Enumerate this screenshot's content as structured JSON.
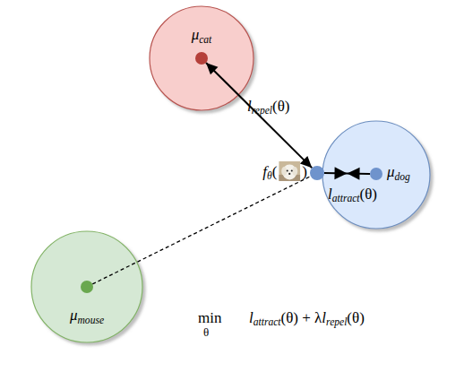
{
  "diagram": {
    "nodes": [
      {
        "text": [
          "μcat"
        ]
      },
      {
        "text": [
          "fθ()"
        ]
      },
      {
        "text": [
          "μdog"
        ]
      },
      {
        "text": [
          "μmouse"
        ]
      }
    ],
    "edges": [
      {
        "from": 0,
        "to": 1,
        "arrow": "both",
        "label": "lrepel(θ)"
      },
      {
        "from": 1,
        "to": 2,
        "arrow": "both",
        "label": "lattract(θ)"
      },
      {
        "from": 3,
        "to": 1,
        "arrow": "none"
      }
    ],
    "labels": [
      "min",
      "θ",
      "lattract(θ) + λlrepel(θ)"
    ]
  }
}
